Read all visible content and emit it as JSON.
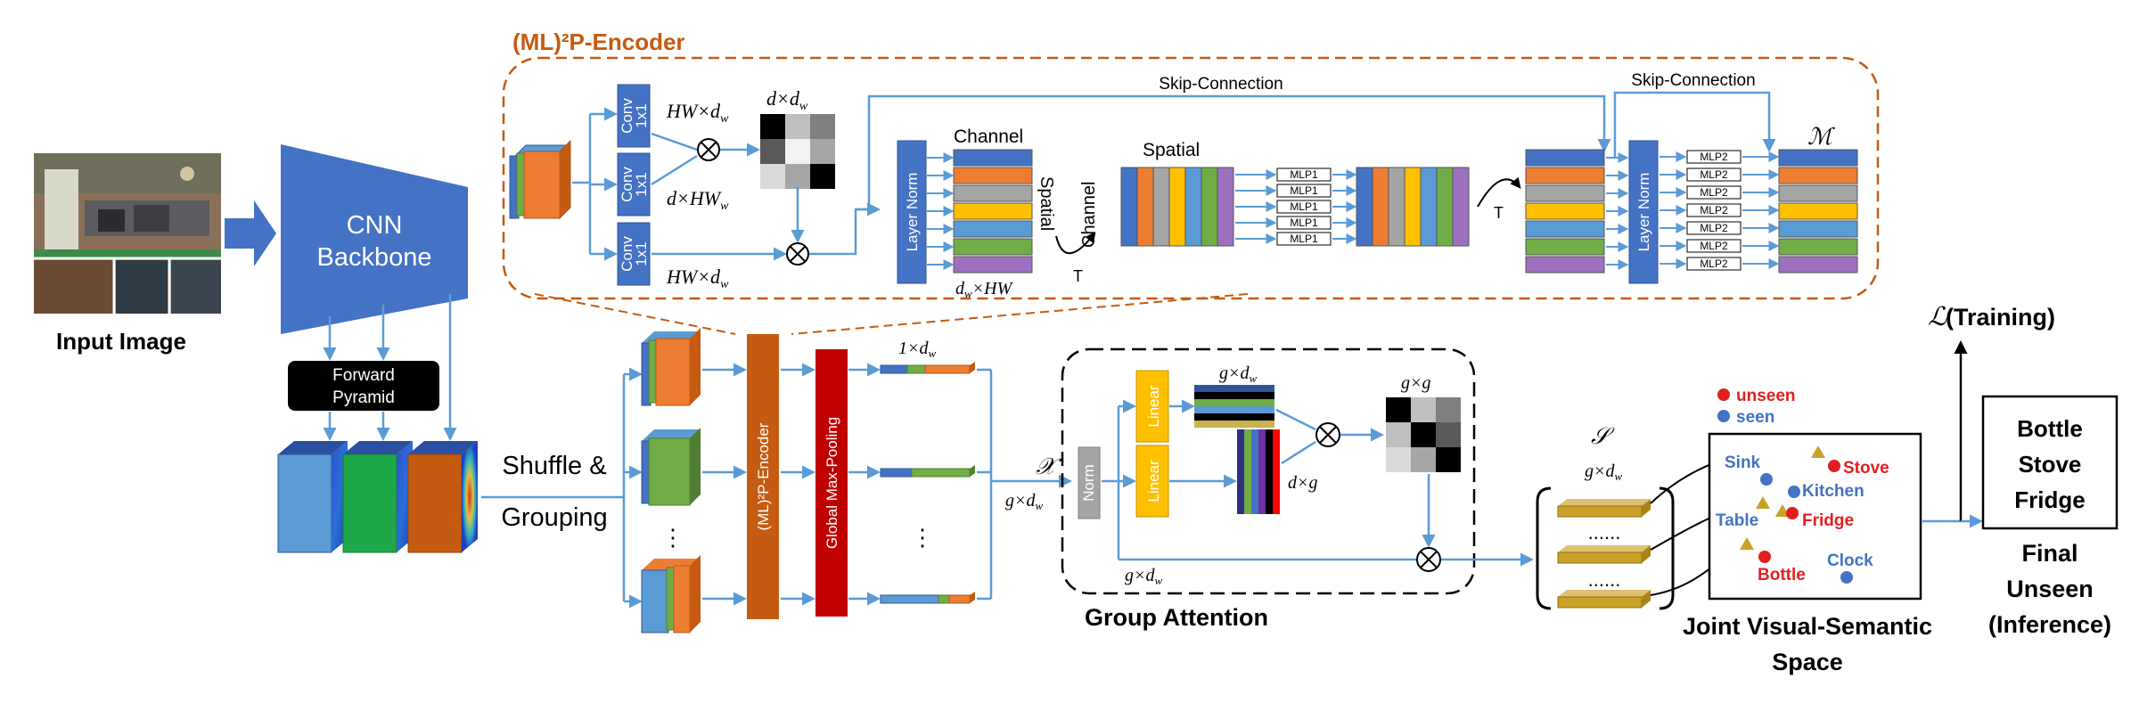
{
  "encoder": {
    "title": "(ML)²P-Encoder",
    "conv_label": "Conv",
    "conv_sub": "1x1",
    "layer_norm": "Layer Norm",
    "channel": "Channel",
    "spatial": "Spatial",
    "spatial_rot": "Spatial",
    "channel_rot": "Channel",
    "transpose": "T",
    "skip1": "Skip-Connection",
    "skip2": "Skip-Connection",
    "mlp1": "MLP1",
    "mlp2": "MLP2",
    "m_symbol": "ℳ",
    "dim_hw_dw": "HW×d",
    "dim_dw_dw": "d×d",
    "dim_dw_hw": "d×HW",
    "sub_w": "w"
  },
  "input": {
    "label": "Input Image"
  },
  "backbone": {
    "label_line1": "CNN",
    "label_line2": "Backbone",
    "pyramid_line1": "Forward",
    "pyramid_line2": "Pyramid"
  },
  "grouping": {
    "line1": "Shuffle &",
    "line2": "Grouping",
    "dots": "⋮",
    "encoder_vert": "(ML)²P-Encoder",
    "pool_vert": "Global Max-Pooling",
    "dim_1_dw": "1×d"
  },
  "attention": {
    "title": "Group Attention",
    "x_symbol": "𝒳",
    "dim_g_dw": "g×d",
    "dim_g_g": "g×g",
    "dim_dw_g": "d×g",
    "norm": "Norm",
    "linear": "Linear"
  },
  "joint": {
    "s_symbol": "𝒮",
    "dim_g_dw": "g×d",
    "dots": "......",
    "title_line1": "Joint Visual-Semantic",
    "title_line2": "Space",
    "legend_unseen": "unseen",
    "legend_seen": "seen",
    "words": {
      "sink": "Sink",
      "stove": "Stove",
      "kitchen": "Kitchen",
      "table": "Table",
      "fridge": "Fridge",
      "bottle": "Bottle",
      "clock": "Clock"
    },
    "colors": {
      "unseen": "#e02020",
      "seen": "#4472c4",
      "triangle": "#c9a227"
    }
  },
  "training": {
    "loss": "ℒ",
    "label": "(Training)"
  },
  "output": {
    "items": [
      "Bottle",
      "Stove",
      "Fridge"
    ],
    "caption_line1": "Final",
    "caption_line2": "Unseen",
    "caption_line3": "(Inference)"
  },
  "colors": {
    "blue": "#4472c4",
    "orange_title": "#c55a11",
    "arrow": "#5b9bd5",
    "mustard": "#f2b81f",
    "red_pool": "#c00000",
    "encoder_brown": "#c55a11"
  }
}
